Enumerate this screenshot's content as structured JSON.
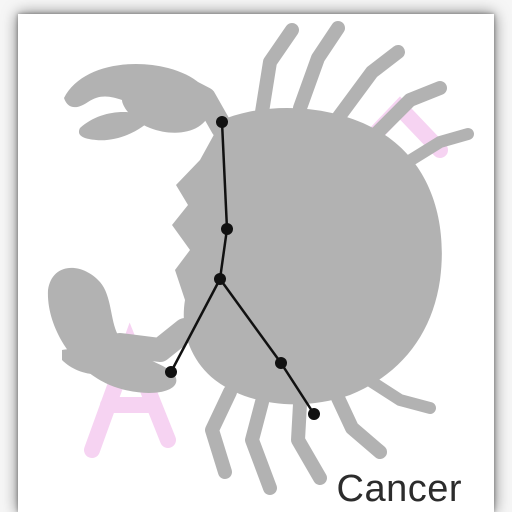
{
  "constellation": {
    "name": "Cancer",
    "silhouette": "crab",
    "colors": {
      "silhouette": "#b2b2b2",
      "lines": "#111111",
      "stars": "#111111",
      "watermark": "#f6d3f2"
    },
    "stars": [
      {
        "id": "star-1"
      },
      {
        "id": "star-2"
      },
      {
        "id": "star-3"
      },
      {
        "id": "star-4"
      },
      {
        "id": "star-5"
      },
      {
        "id": "star-6"
      }
    ]
  }
}
